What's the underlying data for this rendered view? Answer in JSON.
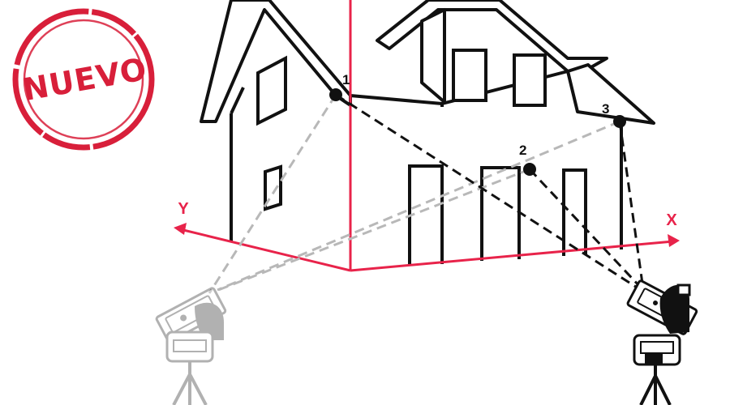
{
  "stamp": {
    "text": "NUEVO",
    "color": "#d81f3a"
  },
  "axes": {
    "x_label": "X",
    "y_label": "Y",
    "color": "#e8234a"
  },
  "points": [
    {
      "label": "1"
    },
    {
      "label": "2"
    },
    {
      "label": "3"
    }
  ],
  "colors": {
    "line": "#111111",
    "dashed_light": "#b8b8b8",
    "dashed_dark": "#111111",
    "device_ghost": "#c4c4c4"
  },
  "icons": {
    "left_device": "laser-tripod-icon",
    "right_device": "laser-tripod-icon"
  }
}
